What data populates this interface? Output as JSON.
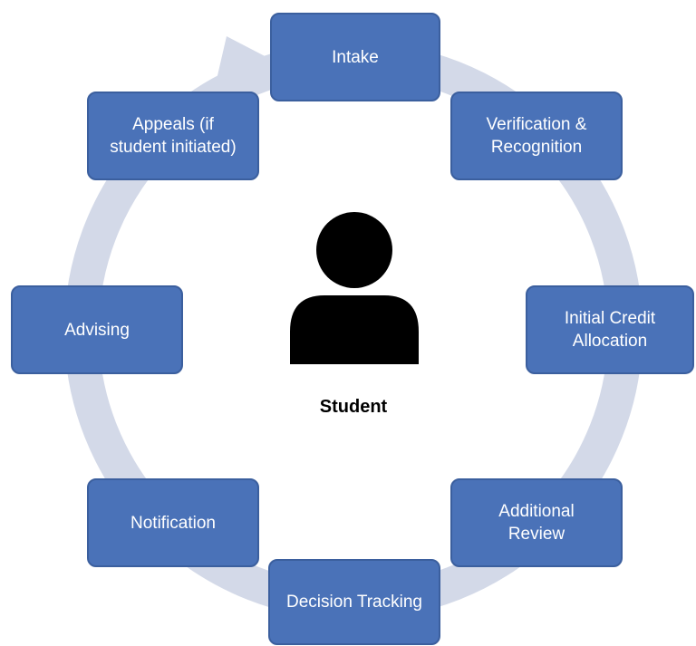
{
  "diagram": {
    "center_label": "Student",
    "icon": "person-silhouette-icon",
    "colors": {
      "node_fill": "#4a72b8",
      "node_border": "#3b5f9e",
      "ring": "#d3d9e8",
      "icon": "#000000"
    },
    "steps": [
      {
        "label": "Intake"
      },
      {
        "label": "Verification &\nRecognition"
      },
      {
        "label": "Initial Credit\nAllocation"
      },
      {
        "label": "Additional\nReview"
      },
      {
        "label": "Decision Tracking"
      },
      {
        "label": "Notification"
      },
      {
        "label": "Advising"
      },
      {
        "label": "Appeals (if\nstudent initiated)"
      }
    ]
  }
}
